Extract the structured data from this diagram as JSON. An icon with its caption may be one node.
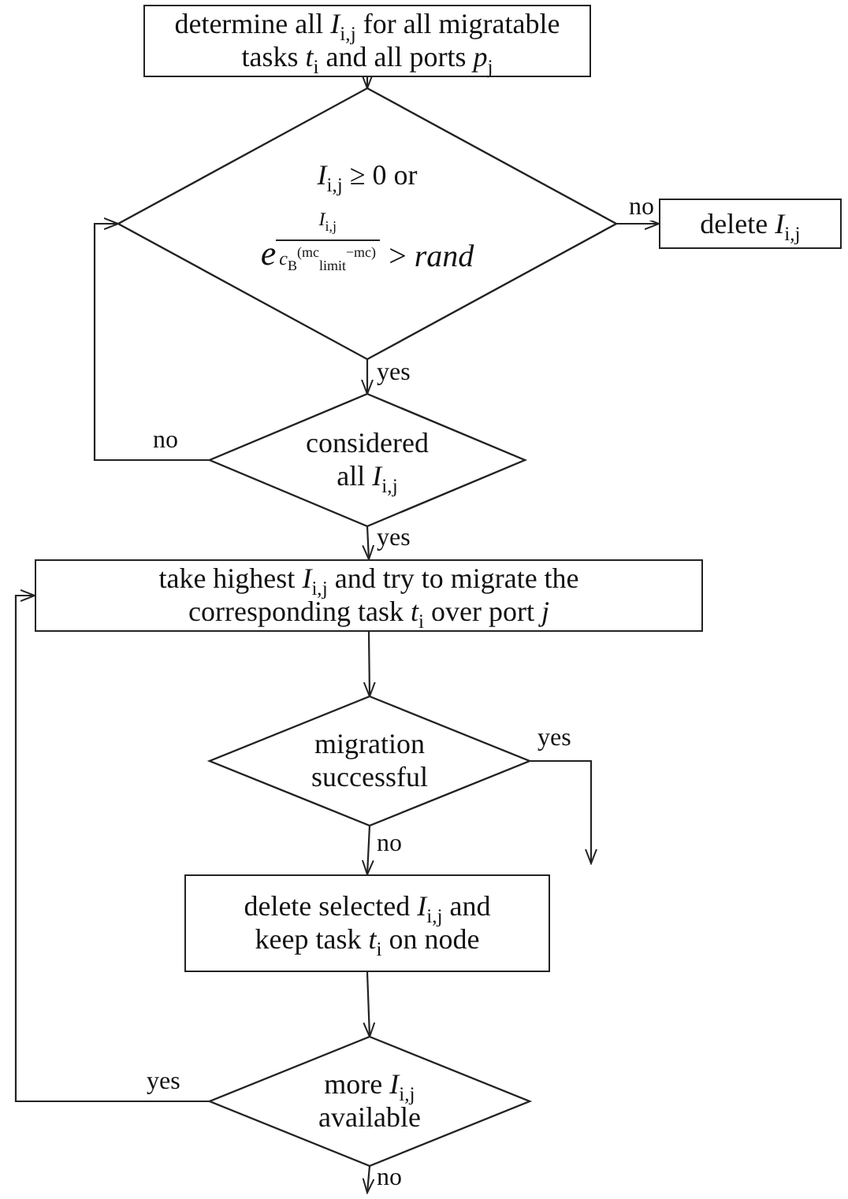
{
  "diagram": {
    "nodes": [
      {
        "text": [
          "determine all *I*$_{i,j}$ for all migratable tasks *t*$_{i}$ and all ports *p*$_{j}$"
        ]
      },
      {
        "text": [
          "*I*$_{i,j}$ ≥ 0 or",
          "*e*",
          "*I*$_{i,j}$",
          "*c*$_{B}$$^{(mc}$$_{limit}$$^{−mc)}$",
          "> *rand*"
        ]
      },
      {
        "text": [
          "delete *I*$_{i,j}$"
        ]
      },
      {
        "text": [
          "considered all *I*$_{i,j}$"
        ]
      },
      {
        "text": [
          "take highest *I*$_{i,j}$ and try to migrate the corresponding task *t*$_{i}$ over port *j*"
        ]
      },
      {
        "text": [
          "migration successful"
        ]
      },
      {
        "text": [
          "delete selected *I*$_{i,j}$ and keep task *t*$_{i}$ on node"
        ]
      },
      {
        "text": [
          "more *I*$_{i,j}$ available"
        ]
      }
    ],
    "edges": [
      {
        "from": 0,
        "to": 1,
        "arrow": "to"
      },
      {
        "from": 1,
        "to": 2,
        "arrow": "to",
        "label": "no"
      },
      {
        "from": 1,
        "to": 3,
        "arrow": "to",
        "label": "yes"
      },
      {
        "from": 3,
        "to": 1,
        "arrow": "to",
        "label": "no"
      },
      {
        "from": 3,
        "to": 4,
        "arrow": "to",
        "label": "yes"
      },
      {
        "from": 4,
        "to": 5,
        "arrow": "to"
      },
      {
        "from": 5,
        "to": null,
        "arrow": "to",
        "label": "yes"
      },
      {
        "from": 5,
        "to": 6,
        "arrow": "to",
        "label": "no"
      },
      {
        "from": 6,
        "to": 7,
        "arrow": "to"
      },
      {
        "from": 7,
        "to": 4,
        "arrow": "to",
        "label": "yes"
      },
      {
        "from": 7,
        "to": null,
        "arrow": "to",
        "label": "no"
      }
    ]
  }
}
